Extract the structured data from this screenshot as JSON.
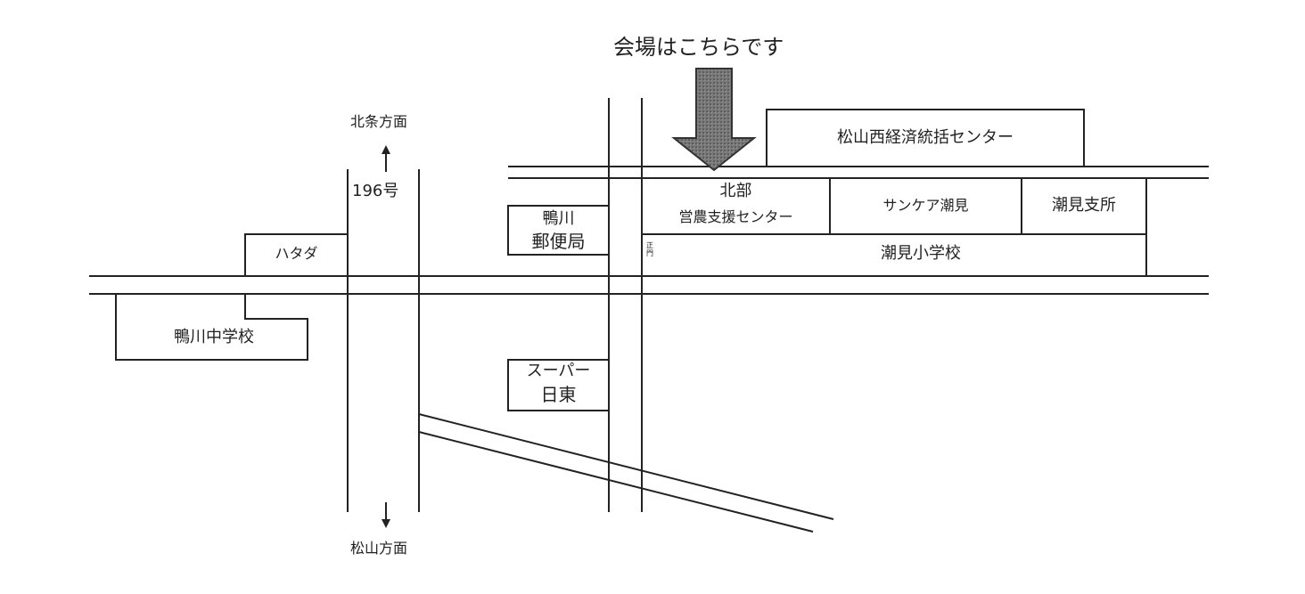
{
  "map": {
    "venue_callout": "会場はこちらです",
    "directions": {
      "north": "北条方面",
      "south": "松山方面"
    },
    "route_label": "196号",
    "places": {
      "matsuyama_nishi_center": "松山西経済統括センター",
      "hokubu_line1": "北部",
      "hokubu_line2": "営農支援センター",
      "sankea_shiomi": "サンケア潮見",
      "shiomi_branch": "潮見支所",
      "shiomi_school": "潮見小学校",
      "main_gate": "正門",
      "kamogawa_post_line1": "鴨川",
      "kamogawa_post_line2": "郵便局",
      "hatada": "ハタダ",
      "kamogawa_jhs": "鴨川中学校",
      "super_line1": "スーパー",
      "super_line2": "日東"
    },
    "colors": {
      "line": "#222222",
      "arrow_fill": "#7a7a7a",
      "background": "#ffffff"
    }
  }
}
